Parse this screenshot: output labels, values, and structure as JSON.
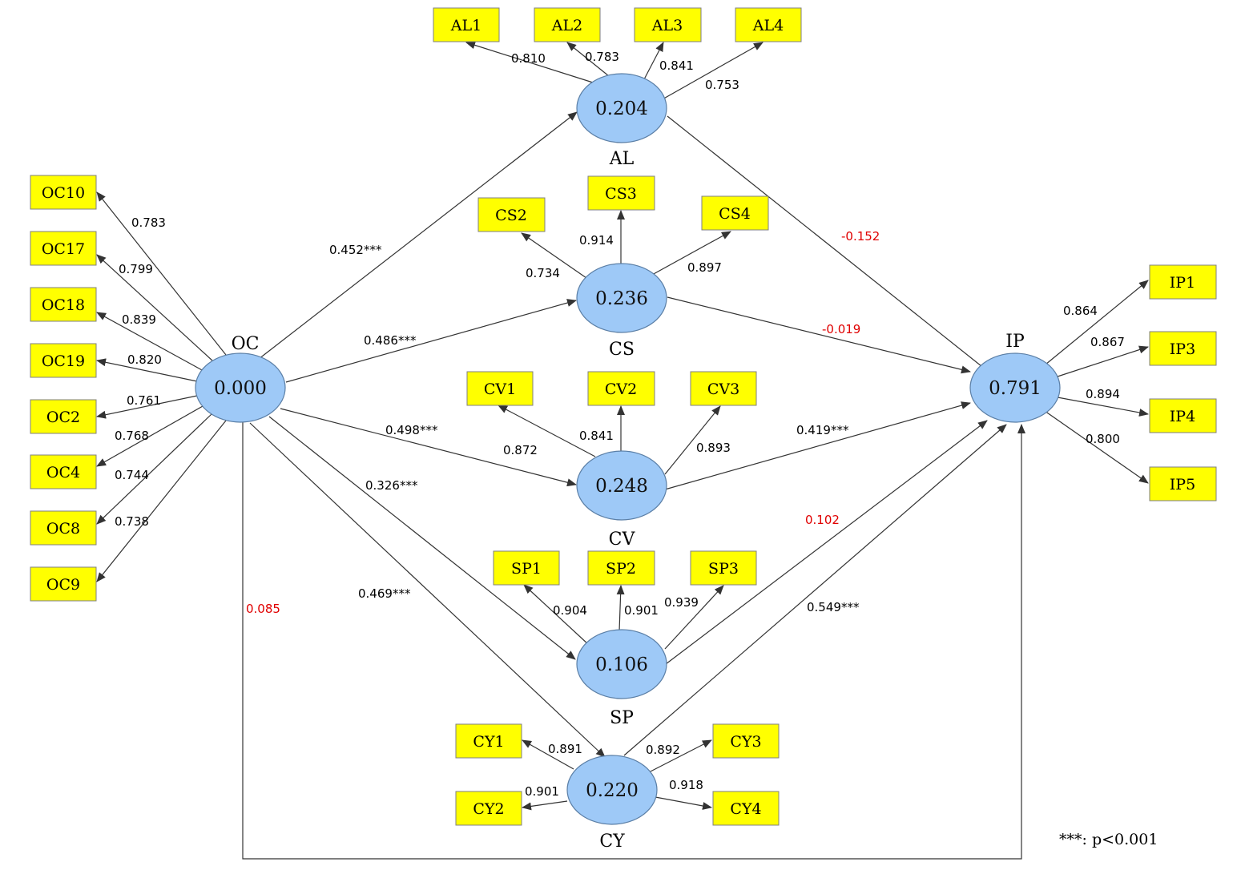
{
  "latents": {
    "OC": {
      "name": "OC",
      "value": "0.000"
    },
    "AL": {
      "name": "AL",
      "value": "0.204"
    },
    "CS": {
      "name": "CS",
      "value": "0.236"
    },
    "CV": {
      "name": "CV",
      "value": "0.248"
    },
    "SP": {
      "name": "SP",
      "value": "0.106"
    },
    "CY": {
      "name": "CY",
      "value": "0.220"
    },
    "IP": {
      "name": "IP",
      "value": "0.791"
    }
  },
  "indicators": {
    "AL1": "AL1",
    "AL2": "AL2",
    "AL3": "AL3",
    "AL4": "AL4",
    "CS2": "CS2",
    "CS3": "CS3",
    "CS4": "CS4",
    "CV1": "CV1",
    "CV2": "CV2",
    "CV3": "CV3",
    "SP1": "SP1",
    "SP2": "SP2",
    "SP3": "SP3",
    "CY1": "CY1",
    "CY2": "CY2",
    "CY3": "CY3",
    "CY4": "CY4",
    "OC10": "OC10",
    "OC17": "OC17",
    "OC18": "OC18",
    "OC19": "OC19",
    "OC2": "OC2",
    "OC4": "OC4",
    "OC8": "OC8",
    "OC9": "OC9",
    "IP1": "IP1",
    "IP3": "IP3",
    "IP4": "IP4",
    "IP5": "IP5"
  },
  "loadings": {
    "AL1": "0.810",
    "AL2": "0.783",
    "AL3": "0.841",
    "AL4": "0.753",
    "CS2": "0.734",
    "CS3": "0.914",
    "CS4": "0.897",
    "CV1": "0.872",
    "CV2": "0.841",
    "CV3": "0.893",
    "SP1": "0.904",
    "SP2": "0.901",
    "SP3": "0.939",
    "CY1": "0.891",
    "CY2": "0.901",
    "CY3": "0.892",
    "CY4": "0.918",
    "OC10": "0.783",
    "OC17": "0.799",
    "OC18": "0.839",
    "OC19": "0.820",
    "OC2": "0.761",
    "OC4": "0.768",
    "OC8": "0.744",
    "OC9": "0.738",
    "IP1": "0.864",
    "IP3": "0.867",
    "IP4": "0.894",
    "IP5": "0.800"
  },
  "paths": {
    "OC_AL": "0.452***",
    "OC_CS": "0.486***",
    "OC_CV": "0.498***",
    "OC_SP": "0.326***",
    "OC_CY": "0.469***",
    "OC_IP": "0.085",
    "AL_IP": "-0.152",
    "CS_IP": "-0.019",
    "CV_IP": "0.419***",
    "SP_IP": "0.102",
    "CY_IP": "0.549***"
  },
  "colors": {
    "indicator_fill": "#ffff00",
    "latent_fill": "#9ec9f7",
    "nonsignificant_coefficient": "#e00000"
  },
  "note": "***: p<0.001"
}
